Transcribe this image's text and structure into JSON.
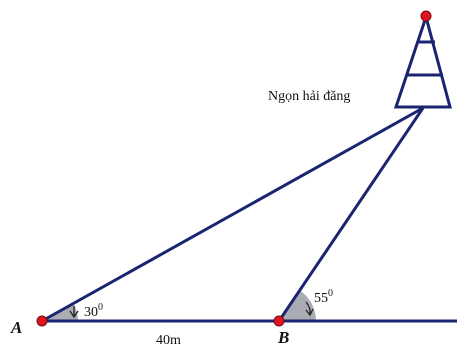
{
  "labels": {
    "point_a": "A",
    "point_b": "B",
    "lighthouse": "Ngọn hải đăng",
    "distance_ab": "40m",
    "angle_a_base": "30",
    "angle_a_sup": "0",
    "angle_b_base": "55",
    "angle_b_sup": "0"
  },
  "colors": {
    "line": "#1b2470",
    "point": "#e0141e",
    "angle_fill": "#a9acb3",
    "text": "#111111"
  }
}
